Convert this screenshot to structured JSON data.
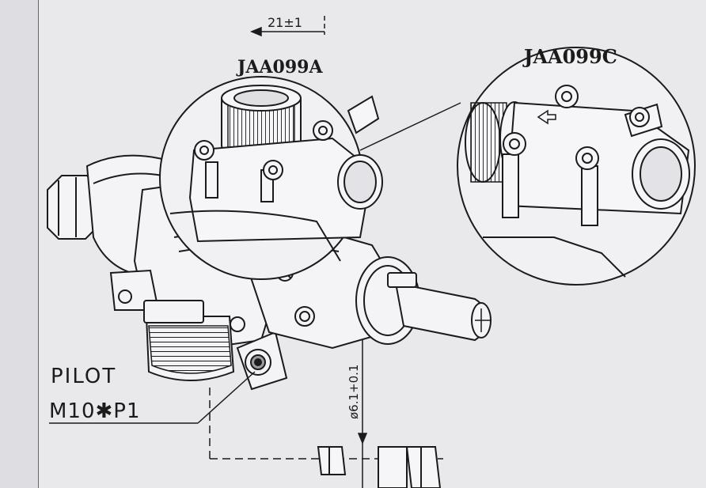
{
  "labels": {
    "dimension_top": "21±1",
    "detail_a": "JAA099A",
    "detail_c": "JAA099C",
    "pilot_line1": "PILOT",
    "pilot_line2": "M10✱P1",
    "diameter": "ø6.1+0.1"
  },
  "colors": {
    "paper": "#e9e9ec",
    "ink": "#1b1b1b",
    "shade": "#cfcfd3"
  }
}
